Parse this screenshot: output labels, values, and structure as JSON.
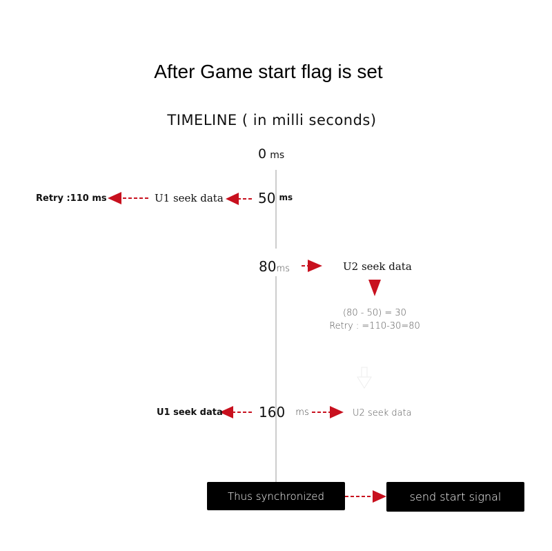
{
  "title": "After Game start flag is set",
  "subtitle": "TIMELINE ( in milli seconds)",
  "timeline": {
    "marks": [
      {
        "value": "0",
        "unit": "ms"
      },
      {
        "value": "50",
        "unit": "ms"
      },
      {
        "value": "80",
        "unit": "ms"
      },
      {
        "value": "160",
        "unit": "ms"
      }
    ]
  },
  "labels": {
    "retry_110": "Retry :110 ms",
    "u1_seek_50": "U1 seek data",
    "u2_seek_80": "U2 seek data",
    "calc_line1": "(80 - 50) = 30",
    "calc_line2": "Retry : =110-30=80",
    "u1_seek_160": "U1 seek data",
    "u2_seek_160": "U2 seek data"
  },
  "boxes": {
    "synchronized": "Thus synchronized",
    "start_signal": "send start signal"
  },
  "colors": {
    "arrow": "#c8101e",
    "axis": "#cccccc",
    "box_bg": "#000000",
    "box_text": "#ffffff"
  }
}
